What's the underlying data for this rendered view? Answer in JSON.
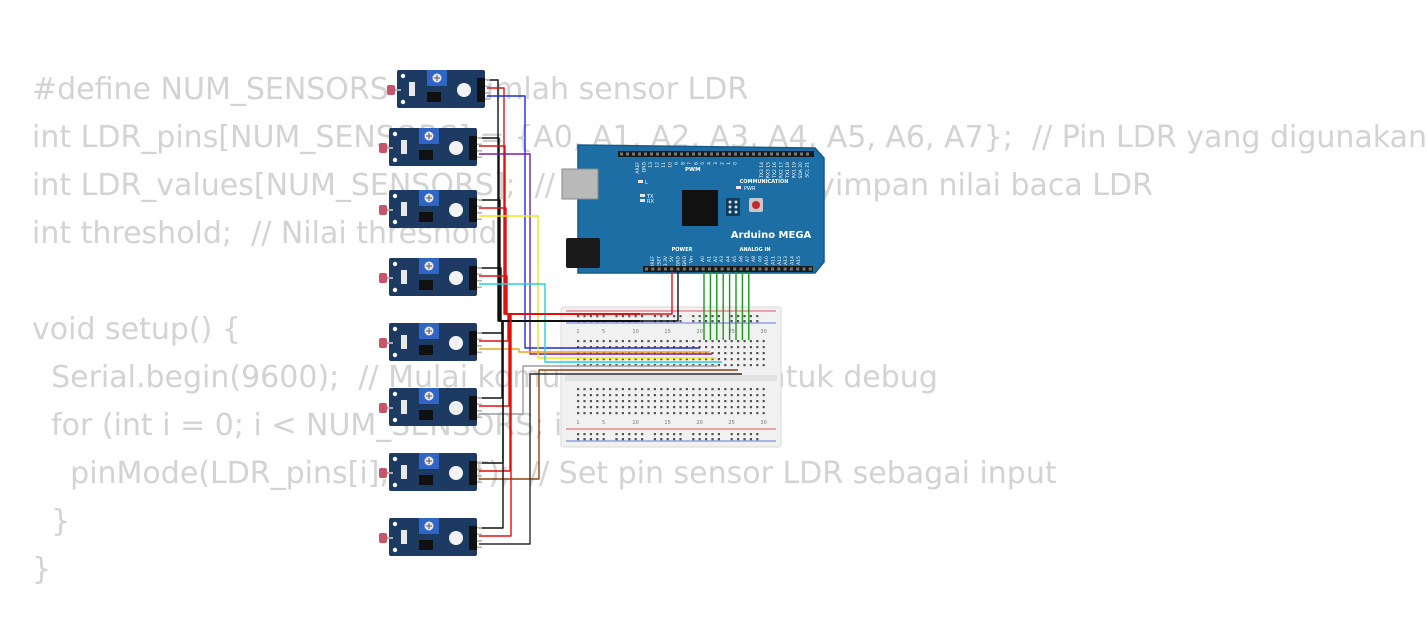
{
  "code_lines": [
    "#define NUM_SENSORS 8  // Jumlah sensor LDR",
    "int LDR_pins[NUM_SENSORS] = {A0, A1, A2, A3, A4, A5, A6, A7};  // Pin LDR yang digunakan",
    "int LDR_values[NUM_SENSORS];  // Array untuk menyimpan nilai baca LDR",
    "int threshold;  // Nilai threshold",
    "",
    "void setup() {",
    "  Serial.begin(9600);  // Mulai komunikasi serial untuk debug",
    "  for (int i = 0; i < NUM_SENSORS; i++) {",
    "    pinMode(LDR_pins[i], INPUT);  // Set pin sensor LDR sebagai input",
    "  }",
    "}"
  ],
  "arduino": {
    "name": "Arduino MEGA",
    "label_pwm": "PWM",
    "label_communication": "COMMUNICATION",
    "label_power": "POWER",
    "label_analog_in": "ANALOG IN",
    "label_pwr": "PWR",
    "label_l": "L",
    "label_tx": "TX",
    "label_rx": "RX",
    "pwm_pins": [
      "AREF",
      "GND",
      "13",
      "12",
      "11",
      "10",
      "9",
      "8",
      "7",
      "6",
      "5",
      "4",
      "3",
      "2",
      "1",
      "0"
    ],
    "comm_pins": [
      "TX3 14",
      "RX3 15",
      "TX2 16",
      "RX2 17",
      "TX1 18",
      "RX1 19",
      "SDA 20",
      "SCL 21"
    ],
    "power_pins": [
      "IOREF",
      "RESET",
      "3.3V",
      "5V",
      "GND",
      "GND",
      "Vin"
    ],
    "analog_pins": [
      "A0",
      "A1",
      "A2",
      "A3",
      "A4",
      "A5",
      "A6",
      "A7",
      "A8",
      "A9",
      "A10",
      "A11",
      "A12",
      "A13",
      "A14",
      "A15"
    ],
    "board_color": "#1c6ea4"
  },
  "breadboard": {
    "column_numbers": [
      "1",
      "5",
      "10",
      "15",
      "20",
      "25",
      "30"
    ]
  },
  "sensors": {
    "count": 8,
    "pcb_color": "#1d3a63",
    "pot_color": "#2f66c6"
  },
  "wires": {
    "signal_colors": [
      "#1f2bd9",
      "#7a1fa8",
      "#f2e21c",
      "#22d0e8",
      "#f0a020",
      "#9e9e9e",
      "#8b4513",
      "#2d2d2d"
    ],
    "vcc_color": "#e01010",
    "gnd_color": "#111111",
    "analog_color": "#1a9a1a"
  }
}
